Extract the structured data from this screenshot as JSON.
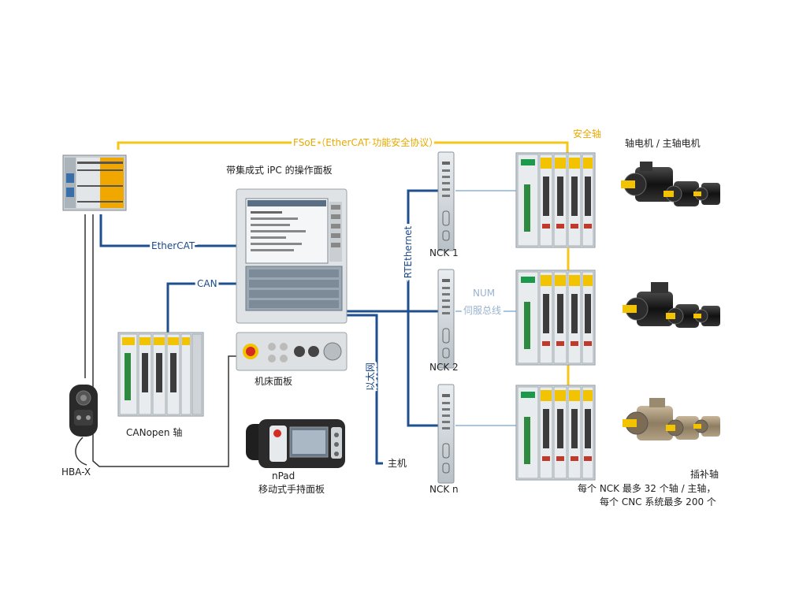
{
  "labels": {
    "fsoe": "FSoE（EtherCAT 功能安全协议）",
    "safety_axis": "安全轴",
    "motor_title": "轴电机 / 主轴电机",
    "ipc_title": "带集成式 iPC 的操作面板",
    "ethercat": "EtherCAT",
    "can": "CAN",
    "canopen": "CANopen 轴",
    "machine_panel": "机床面板",
    "hba": "HBA-X",
    "npad": "nPad",
    "npad_sub": "移动式手持面板",
    "ethernet": "以太网",
    "host": "主机",
    "rtethernet": "RTEthernet",
    "nck1": "NCK 1",
    "nck2": "NCK 2",
    "nckn": "NCK n",
    "num": "NUM",
    "servo_bus": "伺服总线",
    "interp_axis": "插补轴",
    "note1": "每个 NCK 最多 32 个轴 / 主轴，",
    "note2": "每个 CNC 系统最多 200 个"
  },
  "colors": {
    "fsoe_line": "#f5c518",
    "ethercat_line": "#1f4f8f",
    "servo_line": "#a9c6e0",
    "black_line": "#333333"
  }
}
